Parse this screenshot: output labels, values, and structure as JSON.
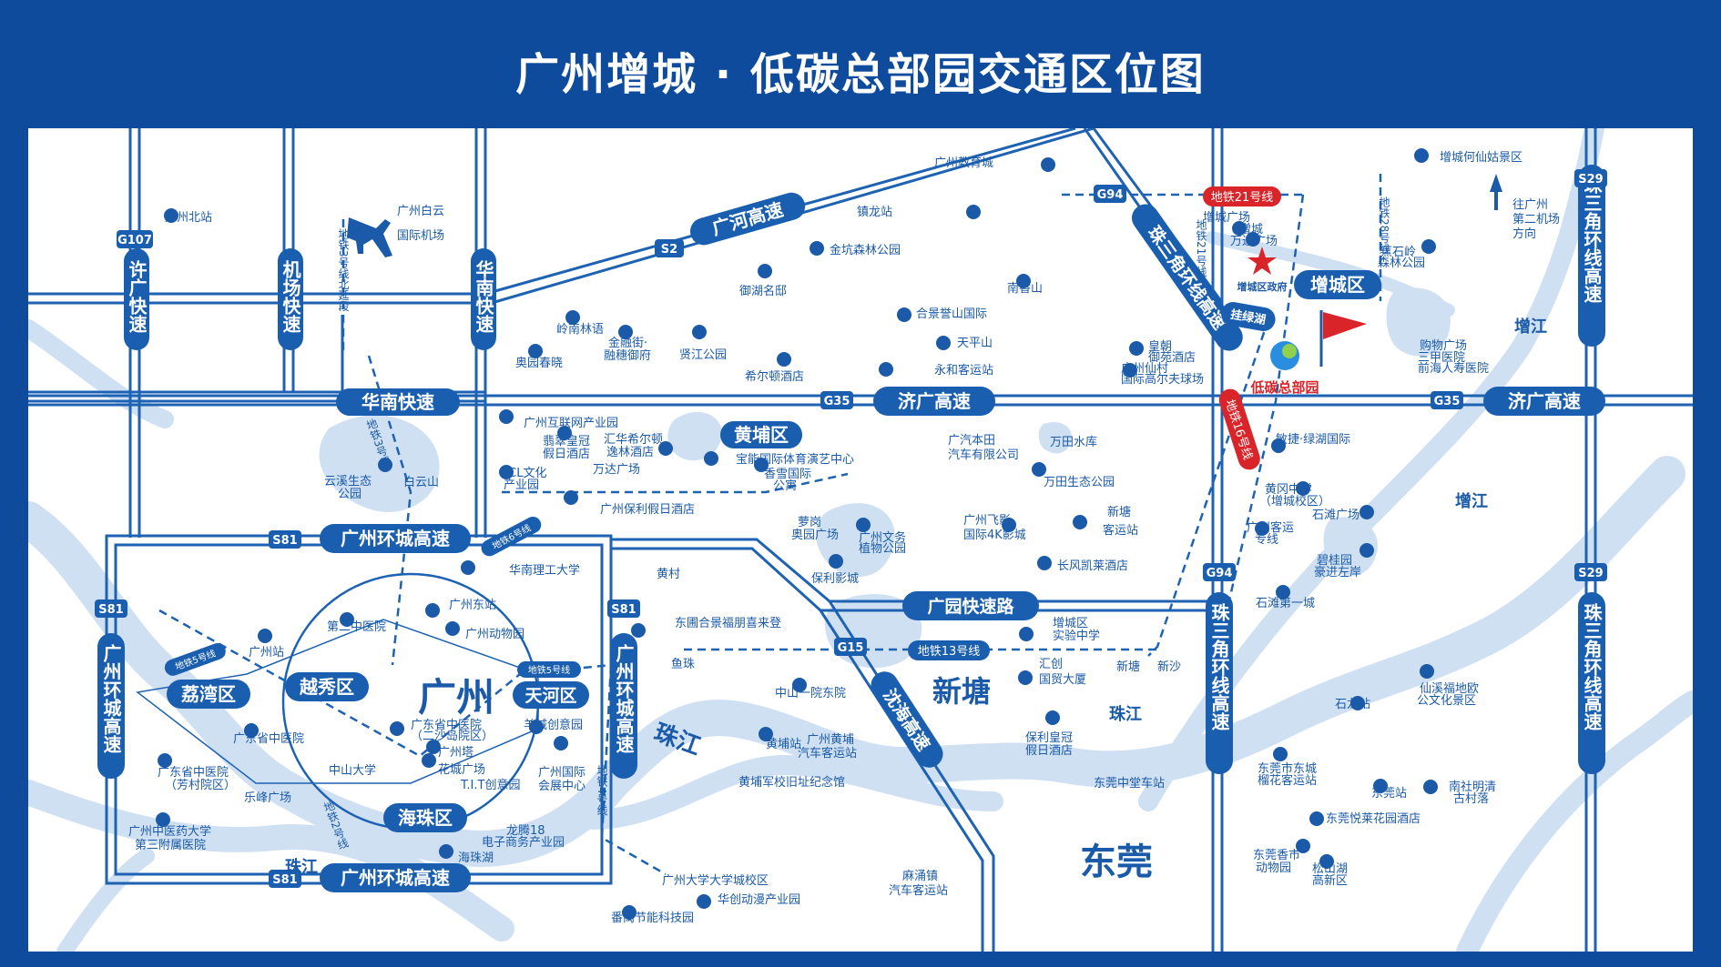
{
  "title": "广州增城 · 低碳总部园交通区位图",
  "colors": {
    "frame": "#0e4b9c",
    "road": "#1d62b3",
    "water": "#cfe0f3",
    "red": "#d9242a",
    "text": "#1a5aa8"
  },
  "highways": {
    "xuguang": "许广快速",
    "jichang": "机场快速",
    "huanan_v": "华南快速",
    "huanan_h": "华南快速",
    "guanghe": "广河高速",
    "zhusanjiao_diag": "珠三角环线高速",
    "zhusanjiao_right": "珠三角环线高速",
    "zhusanjiao_mid": "珠三角环线高速",
    "zhusanjiao_far": "珠三角环线高速",
    "jiguang_mid": "济广高速",
    "jiguang_right": "济广高速",
    "huancheng_top": "广州环城高速",
    "huancheng_bottom": "广州环城高速",
    "huancheng_left": "广州环城高速",
    "huancheng_right": "广州环城高速",
    "guangyuan": "广园快速路",
    "shenhai": "沈海高速",
    "guilvhu": "挂绿湖"
  },
  "codes": [
    "G107",
    "S2",
    "G94",
    "G35",
    "G35",
    "S81",
    "S81",
    "S81",
    "S81",
    "G15",
    "G94",
    "S29",
    "S29"
  ],
  "metro_labels": {
    "m21": "地铁21号线",
    "m16": "地铁16号线",
    "m13": "地铁13号线",
    "m3n": "地铁3号线北延段",
    "m3": "地铁3号线",
    "m6": "地铁6号线",
    "m5a": "地铁5号线",
    "m5b": "地铁5号线",
    "m2": "地铁2号线",
    "m4": "地铁4号线",
    "m28": "地铁28号线",
    "m21b": "地铁21号线"
  },
  "districts": {
    "huangpu": "黄埔区",
    "zengcheng": "增城区",
    "liwan": "荔湾区",
    "yuexiu": "越秀区",
    "tianhe": "天河区",
    "haizhu": "海珠区",
    "guangzhou": "广州",
    "xintang": "新塘",
    "dongguan": "东莞",
    "zhujiang1": "珠江",
    "zhujiang2": "珠江",
    "zhujiang3": "珠江",
    "zengjiang1": "增江",
    "zengjiang2": "增江"
  },
  "target": {
    "name": "低碳总部园",
    "gov": "增城区政府"
  },
  "airport": {
    "line1": "广州白云",
    "line2": "国际机场"
  },
  "north_arrow": {
    "line1": "往广州",
    "line2": "第二机场",
    "line3": "方向"
  },
  "poi": {
    "guangzhou_north": "广州北站",
    "edu_city": "广州教育城",
    "zhenlong": "镇龙站",
    "zcgc1": "增城广场",
    "zcwd": "增城",
    "zcwd2": "万达广场",
    "hexian": "增城何仙姑景区",
    "fengshi1": "蕉石岭",
    "fengshi2": "森林公园",
    "jinkeng": "金坑森林公园",
    "yuhu": "御湖名邸",
    "nanxiang": "南香山",
    "lingnan": "岭南林语",
    "hexie": "合景誉山国际",
    "aoyuan": "奥园春晓",
    "jinji1": "金融街·",
    "jinji2": "融穗御府",
    "xianyi": "贤江公园",
    "tianping": "天平山",
    "yonghe": "永和客运站",
    "hilton": "希尔顿酒店",
    "huangchao1": "皇朝",
    "huangchao2": "御苑酒店",
    "xiancun1": "广州仙村",
    "xiancun2": "国际高尔夫球场",
    "mall": "购物广场",
    "hosp1": "三甲医院",
    "hosp2": "前海人寿医院",
    "internet": "广州互联网产业园",
    "cuiting1": "翡翠皇冠",
    "cuiting2": "假日酒店",
    "huihua1": "汇华希尔顿",
    "huihua2": "逸林酒店",
    "tcl1": "TCL文化",
    "tcl2": "产业园",
    "yunxi1": "云溪生态",
    "yunxi2": "公园",
    "baiyun": "白云山",
    "wanda1": "万达广场",
    "baoli_jr": "广州保利假日酒店",
    "baoneng": "宝能国际体育演艺中心",
    "xiangxue1": "香雪国际",
    "xiangxue2": "公寓",
    "bentian1": "广汽本田",
    "bentian2": "汽车有限公司",
    "wantian": "万田水库",
    "wantian2": "万田生态公园",
    "minjing1": "敏捷·绿湖国际",
    "huanggang1": "黄冈中学",
    "huanggang2": "（增城校区）",
    "keyun1": "广州客运",
    "keyun2": "专线",
    "shitan_sq": "石滩广场",
    "luogang1": "萝岗",
    "luogang2": "奥园广场",
    "wenwu1": "广州文务",
    "wenwu2": "植物公园",
    "feiying1": "广州飞影",
    "feiying2": "国际4K影城",
    "xintang_k1": "新塘",
    "xintang_k2": "客运站",
    "bgy1": "碧桂园",
    "bgy2": "豪进左岸",
    "baoli_y": "保利影城",
    "changfeng": "长风凯莱酒店",
    "shitan1": "石滩第一城",
    "scut": "华南理工大学",
    "huangcun": "黄村",
    "gz_east": "广州东站",
    "no2_hosp": "第二中医院",
    "zoo": "广州动物园",
    "gz_station": "广州站",
    "donghuan": "东圃合景福朋喜来登",
    "yuzhu": "鱼珠",
    "zengcheng_sy1": "增城区",
    "zengcheng_sy2": "实验中学",
    "xintang_st": "新塘",
    "xinsha": "新沙",
    "huichuang1": "汇创",
    "huichuang2": "国贸大厦",
    "zs_hosp": "中山一院东院",
    "xianfu1": "仙溪福地欧",
    "xianfu2": "公文化景区",
    "shilong": "石龙站",
    "tcm1": "广东省中医院",
    "tcm2": "（二沙岛院区）",
    "gd_tcm": "广东省中医院",
    "gz_tower": "广州塔",
    "huacheng": "花城广场",
    "tit": "T.I.T创意园",
    "yangcheng": "羊城创意园",
    "conv1": "广州国际",
    "conv2": "会展中心",
    "huangpu_st": "黄埔站",
    "hp_bus1": "广州黄埔",
    "hp_bus2": "汽车客运站",
    "baoli_hg1": "保利皇冠",
    "baoli_hg2": "假日酒店",
    "dg_east1": "东莞市东城",
    "dg_east2": "榴花客运站",
    "sysu": "中山大学",
    "lefeng": "乐峰广场",
    "tcm_fang1": "广东省中医院",
    "tcm_fang2": "（芳村院区）",
    "tcm_uni1": "广州中医药大学",
    "tcm_uni2": "第三附属医院",
    "whampoa": "黄埔军校旧址纪念馆",
    "zhongtang": "东莞中堂车站",
    "dg_st": "东莞站",
    "nanshe1": "南社明清",
    "nanshe2": "古村落",
    "dongguan_hotel": "东莞悦莱花园酒店",
    "longteng1": "龙腾18",
    "longteng2": "电子商务产业园",
    "haizhu_lake": "海珠湖",
    "dxc": "广州大学大学城校区",
    "huachuang": "华创动漫产业园",
    "panyu": "番禺节能科技园",
    "machong1": "麻涌镇",
    "machong2": "汽车客运站",
    "xiangmi1": "东莞香市",
    "xiangmi2": "动物园",
    "songshan1": "松山湖",
    "songshan2": "高新区"
  }
}
